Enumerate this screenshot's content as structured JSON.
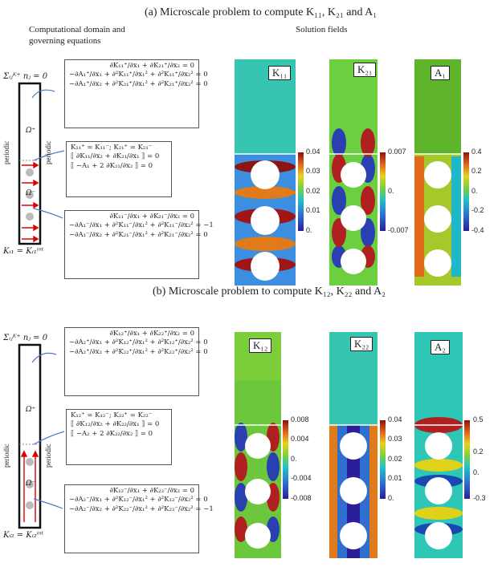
{
  "section_a": {
    "title": "(a)  Microscale problem to compute K₁₁, K₂₁ and A₁",
    "left_header": "Computational domain and governing equations",
    "right_header": "Solution fields",
    "top_bc": "Σᵢⱼᴷ⁺ nⱼ = 0",
    "bottom_bc": "Kᵢ₁ = Kᵢ₁ⁱⁿᵗ",
    "omega_plus": "Ω⁺",
    "omega_minus": "Ω⁻",
    "periodic_left": "periodic",
    "periodic_right": "periodic",
    "panels": [
      {
        "label": "K₁₁",
        "ticks": [
          "0.04",
          "0.03",
          "0.02",
          "0.01",
          "0."
        ]
      },
      {
        "label": "K₂₁",
        "ticks": [
          "0.007",
          "0.",
          "-0.007"
        ]
      },
      {
        "label": "A₁",
        "ticks": [
          "0.4",
          "0.2",
          "0.",
          "-0.2",
          "-0.4"
        ]
      }
    ]
  },
  "section_b": {
    "title": "(b)  Microscale problem to compute K₁₂, K₂₂ and A₂",
    "top_bc": "Σᵢⱼᴷ⁺ nⱼ = 0",
    "bottom_bc": "Kᵢ₂ = Kᵢ₂ⁱⁿᵗ",
    "omega_plus": "Ω⁺",
    "omega_minus": "Ω⁻",
    "periodic_left": "periodic",
    "periodic_right": "periodic",
    "panels": [
      {
        "label": "K₁₂",
        "ticks": [
          "0.008",
          "0.004",
          "0.",
          "-0.004",
          "-0.008"
        ]
      },
      {
        "label": "K₂₂",
        "ticks": [
          "0.04",
          "0.03",
          "0.02",
          "0.01",
          "0."
        ]
      },
      {
        "label": "A₂",
        "ticks": [
          "0.5",
          "0.2",
          "0.",
          "-0.3"
        ]
      }
    ]
  },
  "equations_a": {
    "top": [
      "∂K₁₁⁺/∂x₁ + ∂K₂₁⁺/∂x₂ = 0",
      "−∂A₁⁺/∂x₁ + ∂²K₁₁⁺/∂x₁² + ∂²K₁₁⁺/∂x₂² = 0",
      "−∂A₁⁺/∂x₂ + ∂²K₂₁⁺/∂x₁² + ∂²K₂₁⁺/∂x₂² = 0"
    ],
    "interface": [
      "K₁₁⁺ = K₁₁⁻;   K₂₁⁺ = K₂₁⁻",
      "⟦ ∂K₁₁/∂x₂ + ∂K₂₁/∂x₁ ⟧ = 0",
      "⟦ −A₁ + 2 ∂K₂₁/∂x₂ ⟧ = 0"
    ],
    "bottom": [
      "∂K₁₁⁻/∂x₁ + ∂K₂₁⁻/∂x₂ = 0",
      "−∂A₁⁻/∂x₁ + ∂²K₁₁⁻/∂x₁² + ∂²K₁₁⁻/∂x₂² = −1",
      "−∂A₁⁻/∂x₂ + ∂²K₂₁⁻/∂x₁² + ∂²K₂₁⁻/∂x₂² = 0"
    ]
  },
  "equations_b": {
    "top": [
      "∂K₁₂⁺/∂x₁ + ∂K₂₂⁺/∂x₂ = 0",
      "−∂A₂⁺/∂x₁ + ∂²K₁₂⁺/∂x₁² + ∂²K₁₂⁺/∂x₂² = 0",
      "−∂A₂⁺/∂x₂ + ∂²K₂₂⁺/∂x₁² + ∂²K₂₂⁺/∂x₂² = 0"
    ],
    "interface": [
      "K₁₂⁺ = K₁₂⁻;   K₂₂⁺ = K₂₂⁻",
      "⟦ ∂K₁₂/∂x₂ + ∂K₂₂/∂x₁ ⟧ = 0",
      "⟦ −A₂ + 2 ∂K₂₂/∂x₂ ⟧ = 0"
    ],
    "bottom": [
      "∂K₁₂⁻/∂x₁ + ∂K₂₂⁻/∂x₂ = 0",
      "−∂A₂⁻/∂x₁ + ∂²K₁₂⁻/∂x₁² + ∂²K₁₂⁻/∂x₂² = 0",
      "−∂A₂⁻/∂x₂ + ∂²K₂₂⁻/∂x₁² + ∂²K₂₂⁻/∂x₂² = −1"
    ]
  }
}
